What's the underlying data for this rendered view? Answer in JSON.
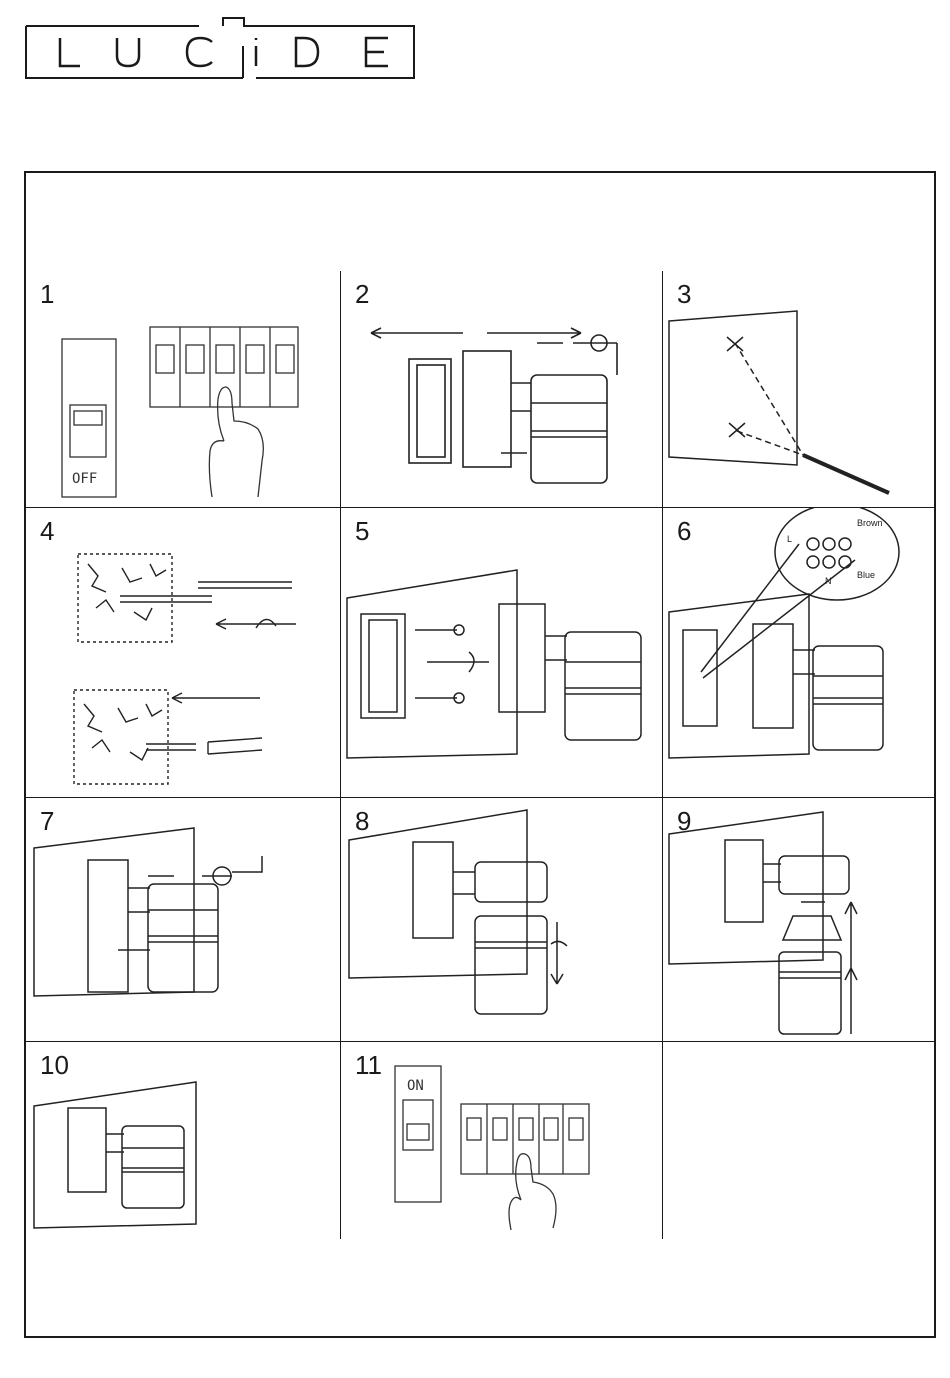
{
  "brand": {
    "letters": [
      "L",
      "U",
      "C",
      "i",
      "D",
      "E"
    ]
  },
  "steps": [
    {
      "number": "1",
      "icon": "breaker-off-icon",
      "switch_label": "OFF"
    },
    {
      "number": "2",
      "icon": "disassemble-icon"
    },
    {
      "number": "3",
      "icon": "mark-wall-icon"
    },
    {
      "number": "4",
      "icon": "drill-wall-icon"
    },
    {
      "number": "5",
      "icon": "mount-bracket-icon"
    },
    {
      "number": "6",
      "icon": "wiring-icon",
      "wire_labels": {
        "live": "L",
        "neutral": "N",
        "brown": "Brown",
        "blue": "Blue"
      }
    },
    {
      "number": "7",
      "icon": "fix-lamp-icon"
    },
    {
      "number": "8",
      "icon": "unscrew-cover-icon"
    },
    {
      "number": "9",
      "icon": "insert-bulb-icon"
    },
    {
      "number": "10",
      "icon": "finished-lamp-icon"
    },
    {
      "number": "11",
      "icon": "breaker-on-icon",
      "switch_label": "ON"
    }
  ]
}
